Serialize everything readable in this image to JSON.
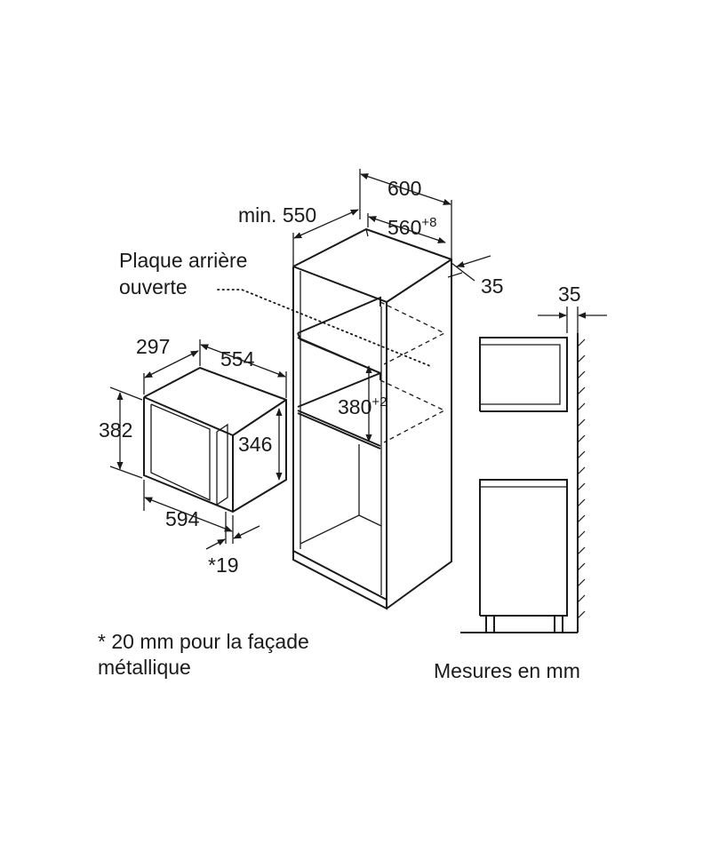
{
  "labels": {
    "dim_600": "600",
    "min_550": "min. 550",
    "dim_560": "560",
    "dim_560_tol": "+8",
    "dim_35_top": "35",
    "dim_35_side": "35",
    "back_plate_line1": "Plaque arrière",
    "back_plate_line2": "ouverte",
    "dim_297": "297",
    "dim_554": "554",
    "dim_382": "382",
    "dim_346": "346",
    "dim_594": "594",
    "dim_19": "*19",
    "dim_380": "380",
    "dim_380_tol": "+2",
    "footnote_line1": "* 20 mm pour la façade",
    "footnote_line2": "métallique",
    "units": "Mesures en mm"
  },
  "colors": {
    "line": "#1a1a1a",
    "background": "#ffffff"
  }
}
